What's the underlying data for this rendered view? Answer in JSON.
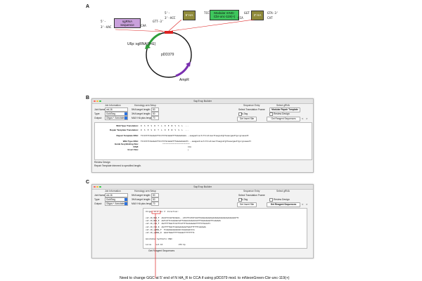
{
  "panelA": {
    "letter": "A",
    "sgrna_box": "sgRNA\nsequence",
    "left_top": "5'-      TTC",
    "left_bot": "3'-AAC",
    "left_mid": "CAA",
    "left_right": "GTT-3'",
    "mid_top": "5'-       TGG",
    "mid_bot": "3'-ACC",
    "ha5": "5' HA",
    "modular_box": "Modular mNG-\nCbr-unc-119(+)",
    "mid_tcc": "TCC",
    "mid_cca": "CCA",
    "mid_ggt": "GGT",
    "ha3": "3' HA",
    "right_top": "GTA-3'",
    "right_bot": "CAT",
    "udp_label": "U6p::sgRNA(F+E)",
    "plasmid_name": "pDD379",
    "ampr_label": "AmpR"
  },
  "windowB": {
    "letter": "B",
    "title": "SapTrap Builder",
    "job_info_header": "Job Information",
    "homology_header": "Homology arm Setup",
    "job_name_label": "Job Name:",
    "job_name_value": "vst-16",
    "type_label": "Type:",
    "type_value": "GoldTarg",
    "output_label": "Output:",
    "output_value": "Oligos + Annotated",
    "five_target_label": "5HA target length:",
    "five_target_value": "50",
    "three_target_label": "3HA target length:",
    "three_target_value": "50",
    "max_length_label": "MAX HA plus length:",
    "max_length_value": "70",
    "seq_entry_header": "Sequence Entry",
    "select_frame_label": "Select Translation Frame",
    "frame_value": "N-Tag",
    "get_insert_site": "Get Insert Site",
    "select_grna_header": "Select gRNA",
    "modular_repair": "Modular Repair Template",
    "review_design": "Review Design",
    "get_reagent": "Get Reagent Sequences",
    "wt_translation": "Wild Type Translation:",
    "wt_translation_seq": "D  S  E  S  R  T  L  K  E  N  V  S  L  ...",
    "repair_translation": "Repair Template Translation:",
    "repair_translation_seq": "D  S  E  S  R  T  L  K  E  N  V  S  L  ...",
    "repair_dna_label": "Repair Template DNA:",
    "repair_dna": "TCCATCTCCGAAAATTCCCTCTGCGAAATTTGAAAAAAAA...aaagaatcactcttcatcaacttaagcatgttaaacgaattgccgcaaaatt",
    "wt_dna_label": "Wild Type DNA:",
    "wt_dna": "TCCATCTCCGAAAATTCCCTCTGCGAAATTTGAAAAAAAATC...aaagaatcactcttcatcaacttaagcatgttaaacgaattgccgcaaaatt",
    "guide_label": "Guide Seq Binding Site:",
    "guide_value": "^^^^^^^^^^^^^^^^^^^^^^^^",
    "pam_label": "PAM:",
    "pam_value": "CCA",
    "insert_label": "Insert Site:",
    "insert_value": "|",
    "footer_header": "Review Design",
    "footer_text": "Repair Template trimmed to specified length."
  },
  "windowC": {
    "letter": "C",
    "title": "SapTrap Builder",
    "job_info_header": "Job Information",
    "homology_header": "Homology arm Setup",
    "job_name_label": "Job Name:",
    "job_name_value": "vst-16",
    "type_label": "Type:",
    "type_value": "GoldTarg",
    "output_label": "Output:",
    "output_value": "Oligos + Annotated",
    "five_target_label": "5HA target length:",
    "five_target_value": "50",
    "three_target_label": "3HA target length:",
    "three_target_value": "50",
    "max_length_label": "MAX HA plus length:",
    "max_length_value": "70",
    "seq_entry_header": "Sequence Entry",
    "select_frame_label": "Select Translation Frame",
    "frame_value": "N-Tag",
    "get_insert_site": "Get Insert Site",
    "select_grna_header": "Select gRNA",
    "review_design": "Review Design",
    "get_reagent": "Get Reagent Sequences",
    "output_lines": [
      "Oligos in 5' to 3' direction:",
      "",
      "vst-16_NHA_F  AGCATCCAGTGCGGAA...GTGTTCGTGTCAGTTAAAGAAAGAGAAAAGAAAAAAGAAAAAAAAGTTC",
      "vst-16_NHA_R  AGTCGTTCCGAAAGCAATTAGGACAAAAACAATTTGAAAAAAATTCAAAAAG",
      "vst-16_CHA_F  AGCTTTTAGCTCCGTTCGTTTTGCAAAAAGTTTTTCTGGCATC",
      "vst-16_CHA_R  AGCTTTTAGCTCGAAAAAAAAATGAATTTTTTCAAAAAG",
      "vst-16_sgRNA_F  TCAGAAGAAAAAAGCCCGAAAAACCCA",
      "vst-16_sgRNA_R  AAACTGGGTTTTTCGGGCTTTTTTTTC",
      "",
      "Annotated Synthetic DNA:",
      "",
      "Locus    vst-16              234 bp"
    ],
    "footer_text": "Get Reagent Sequences"
  },
  "caption": "Need to change GGC at 5' end of N HA_R to CCA if using pDD379 mod. to mNeonGreen-Cbr-unc-119(+)"
}
